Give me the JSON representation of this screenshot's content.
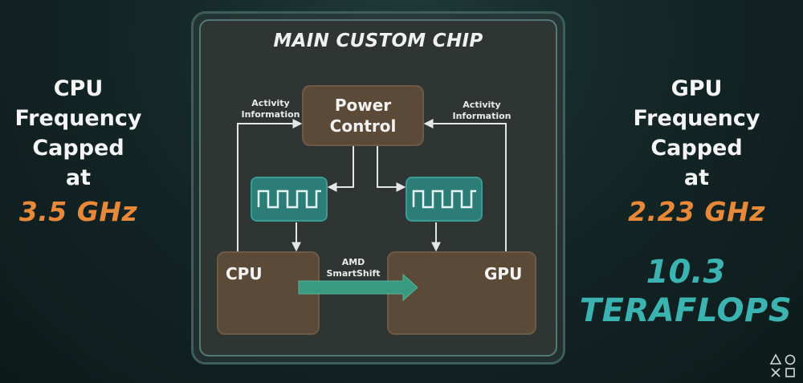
{
  "left_panel": {
    "lines": [
      "CPU",
      "Frequency",
      "Capped",
      "at"
    ],
    "value": "3.5 GHz"
  },
  "right_panel": {
    "lines": [
      "GPU",
      "Frequency",
      "Capped",
      "at"
    ],
    "value": "2.23 GHz"
  },
  "teraflops": {
    "number": "10.3",
    "unit": "TERAFLOPS"
  },
  "chip": {
    "title": "MAIN CUSTOM CHIP",
    "power_control": [
      "Power",
      "Control"
    ],
    "cpu_label": "CPU",
    "gpu_label": "GPU",
    "activity_left": [
      "Activity",
      "Information"
    ],
    "activity_right": [
      "Activity",
      "Information"
    ],
    "smartshift": [
      "AMD",
      "SmartShift"
    ]
  },
  "colors": {
    "accent_orange": "#e8893a",
    "accent_teal": "#3bb3b0",
    "block_brown": "#5b4a37",
    "clock_teal": "#2c7d78"
  },
  "icons": {
    "brand": "playstation-logo-icon",
    "clock": "square-wave-icon"
  }
}
